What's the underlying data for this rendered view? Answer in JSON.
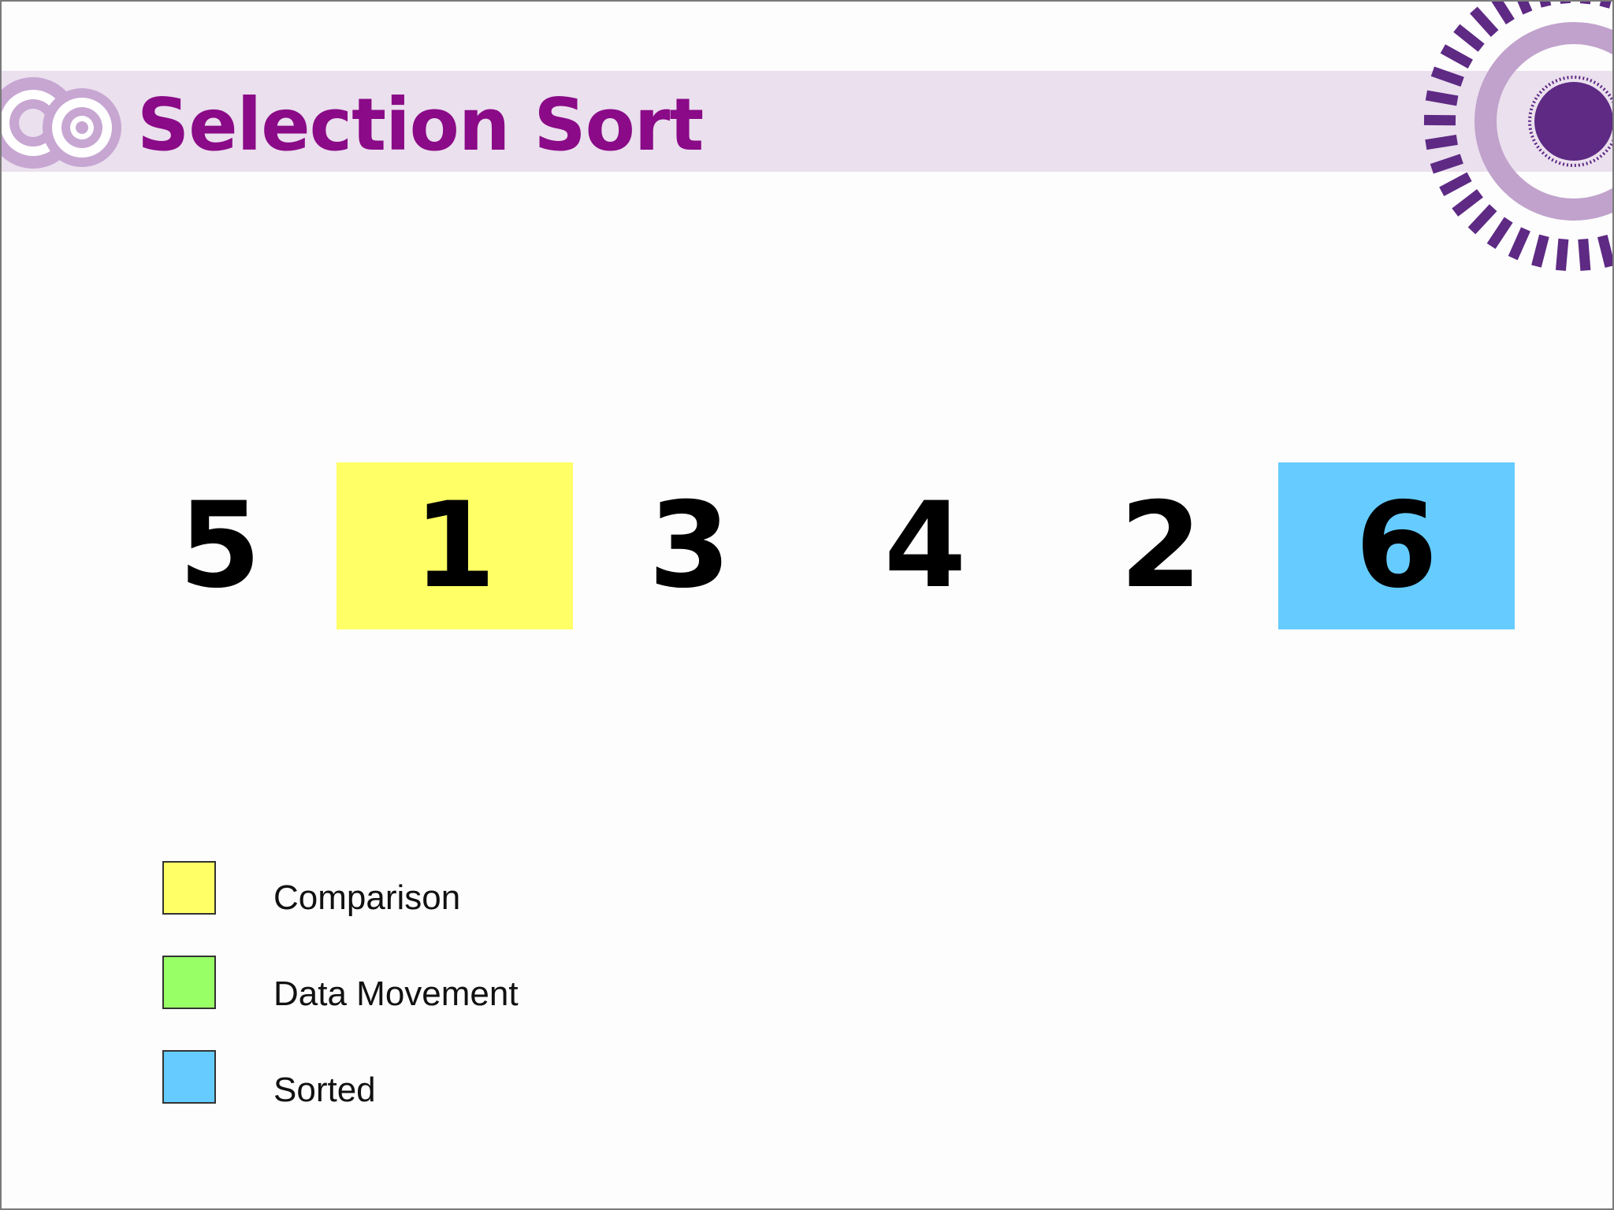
{
  "slide": {
    "title": "Selection Sort"
  },
  "array": {
    "cells": [
      {
        "value": "5",
        "state": "none"
      },
      {
        "value": "1",
        "state": "comparison"
      },
      {
        "value": "3",
        "state": "none"
      },
      {
        "value": "4",
        "state": "none"
      },
      {
        "value": "2",
        "state": "none"
      },
      {
        "value": "6",
        "state": "sorted"
      }
    ]
  },
  "legend": {
    "items": [
      {
        "label": "Comparison",
        "color": "#ffff66"
      },
      {
        "label": "Data Movement",
        "color": "#99ff66"
      },
      {
        "label": "Sorted",
        "color": "#66ccff"
      }
    ]
  },
  "colors": {
    "title": "#8a0a87",
    "band": "#ebe0ee",
    "decoration_dark": "#5e2a84",
    "decoration_light": "#c0a2cc"
  }
}
